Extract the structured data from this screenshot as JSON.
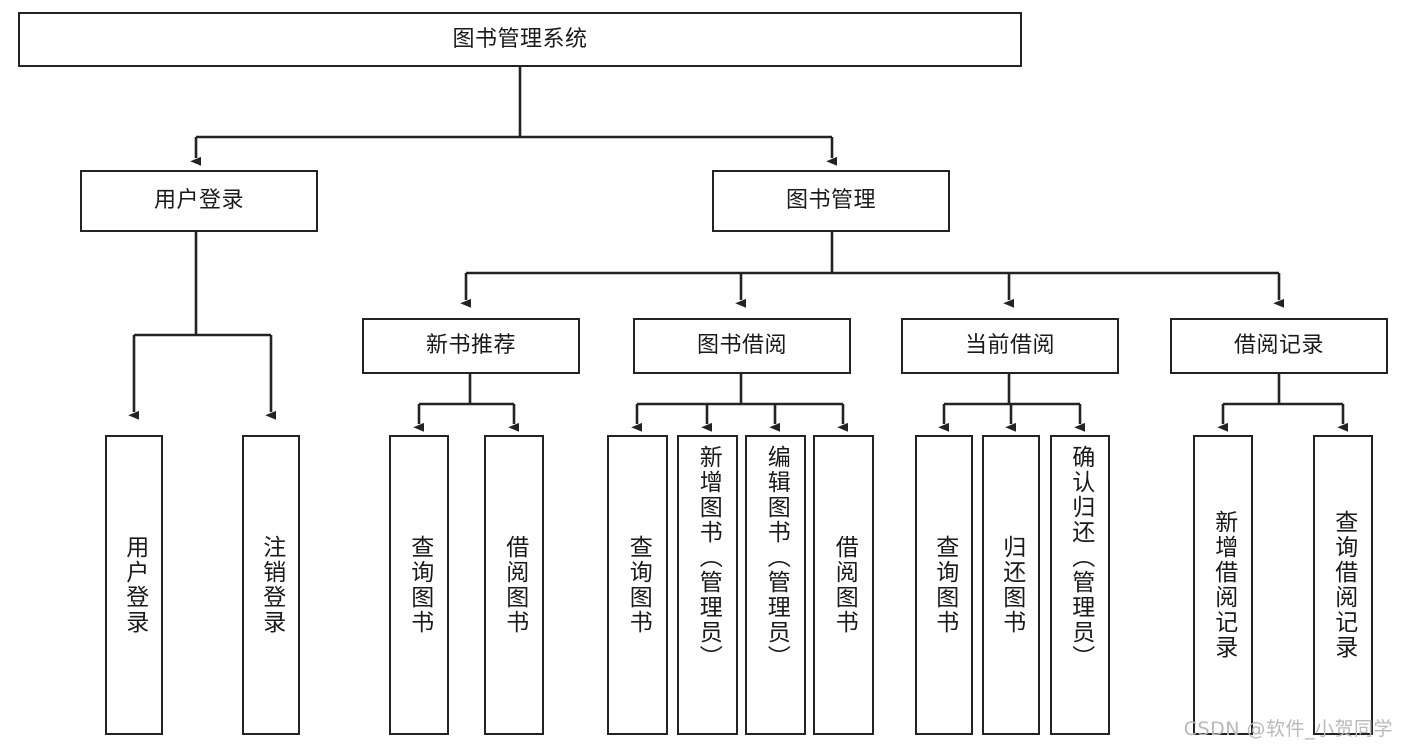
{
  "diagram": {
    "type": "tree",
    "title": "图书管理系统",
    "root": {
      "id": "root",
      "label": "图书管理系统"
    },
    "level2": [
      {
        "id": "user-login",
        "label": "用户登录"
      },
      {
        "id": "book-manage",
        "label": "图书管理"
      }
    ],
    "level3": [
      {
        "id": "new-book-rec",
        "label": "新书推荐",
        "parent": "book-manage"
      },
      {
        "id": "book-borrow",
        "label": "图书借阅",
        "parent": "book-manage"
      },
      {
        "id": "current-borrow",
        "label": "当前借阅",
        "parent": "book-manage"
      },
      {
        "id": "borrow-record",
        "label": "借阅记录",
        "parent": "book-manage"
      }
    ],
    "leaves": {
      "user-login": [
        {
          "id": "leaf-user-login",
          "label": "用户登录"
        },
        {
          "id": "leaf-user-logout",
          "label": "注销登录"
        }
      ],
      "new-book-rec": [
        {
          "id": "leaf-query-book-1",
          "label": "查询图书"
        },
        {
          "id": "leaf-borrow-book-1",
          "label": "借阅图书"
        }
      ],
      "book-borrow": [
        {
          "id": "leaf-query-book-2",
          "label": "查询图书"
        },
        {
          "id": "leaf-add-book",
          "label": "新增图书（管理员）"
        },
        {
          "id": "leaf-edit-book",
          "label": "编辑图书（管理员）"
        },
        {
          "id": "leaf-borrow-book-2",
          "label": "借阅图书"
        }
      ],
      "current-borrow": [
        {
          "id": "leaf-query-book-3",
          "label": "查询图书"
        },
        {
          "id": "leaf-return-book",
          "label": "归还图书"
        },
        {
          "id": "leaf-confirm-return",
          "label": "确认归还（管理员）"
        }
      ],
      "borrow-record": [
        {
          "id": "leaf-add-record",
          "label": "新增借阅记录"
        },
        {
          "id": "leaf-query-record",
          "label": "查询借阅记录"
        }
      ]
    }
  },
  "watermark": {
    "text": "CSDN @软件_小贺同学"
  },
  "colors": {
    "border": "#232323",
    "text": "#1a1a1a",
    "background": "#ffffff",
    "watermark": "#b9b9b9"
  }
}
